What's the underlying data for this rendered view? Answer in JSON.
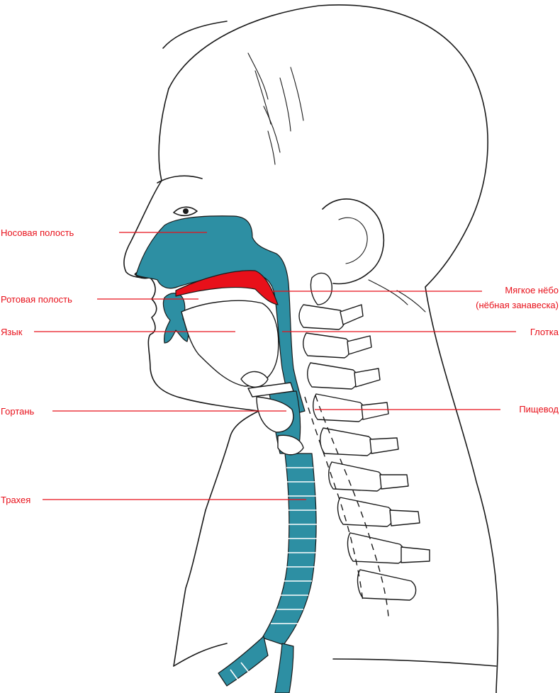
{
  "colors": {
    "airway": "#2d8fa3",
    "soft_palate": "#e8101a",
    "leader_line": "#e8101a",
    "label_text": "#e8101a",
    "outline": "#1a1a1a"
  },
  "labels": {
    "nasal_cavity": "Носовая полость",
    "oral_cavity": "Ротовая полость",
    "tongue": "Язык",
    "larynx": "Гортань",
    "trachea": "Трахея",
    "soft_palate_line1": "Мягкое нёбо",
    "soft_palate_line2": "(нёбная занавеска)",
    "pharynx": "Глотка",
    "esophagus": "Пищевод"
  }
}
